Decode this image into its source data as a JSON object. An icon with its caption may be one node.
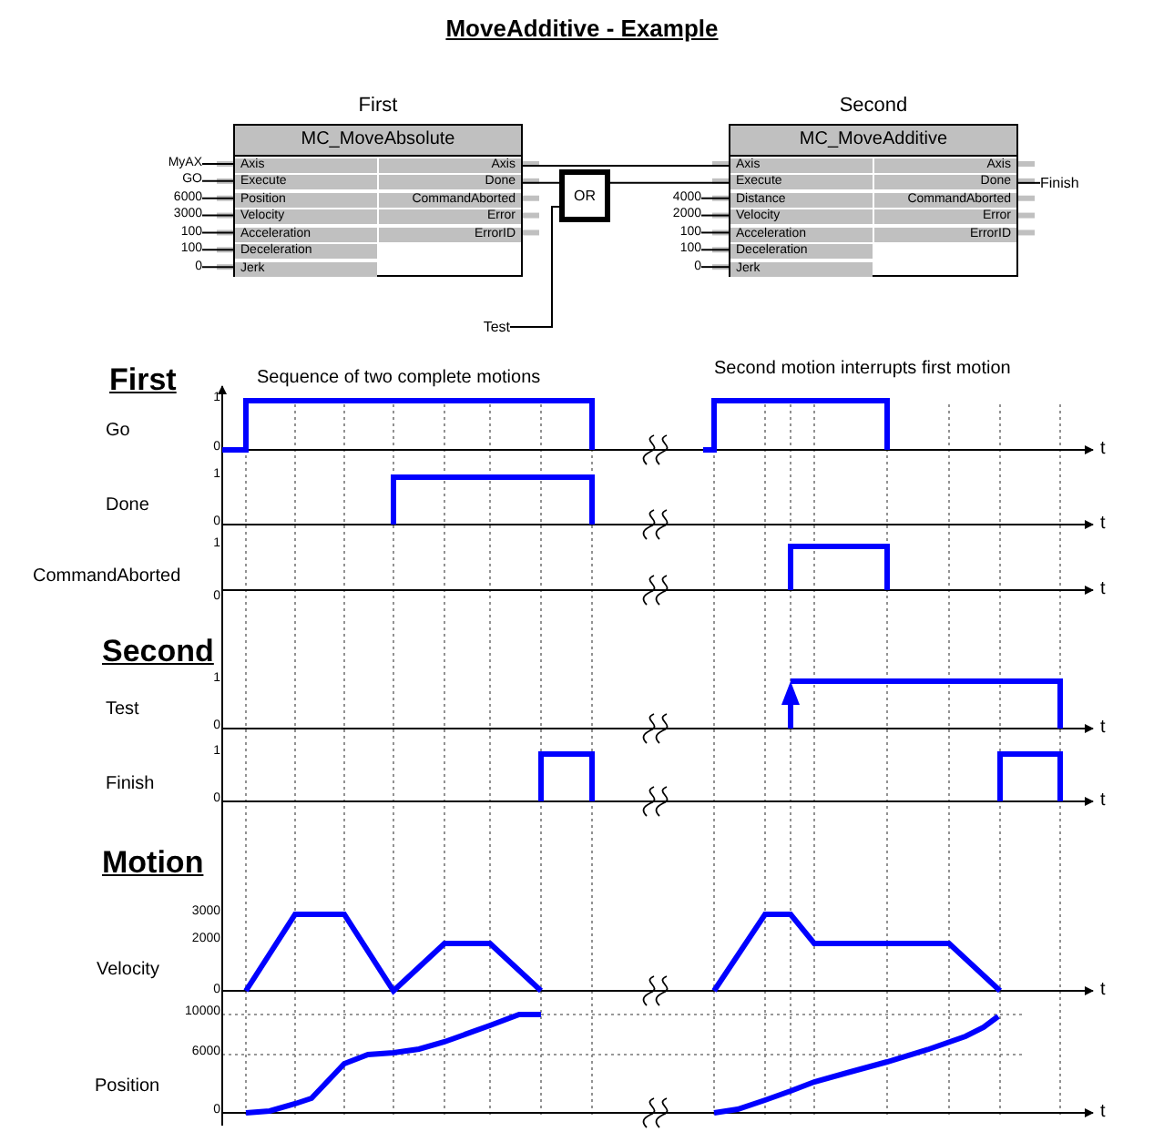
{
  "diagram": {
    "title": "MoveAdditive - Example",
    "nodes": [
      {
        "text": [
          "First",
          "MC_MoveAbsolute"
        ]
      },
      {
        "text": [
          "Axis"
        ],
        "in": 0
      },
      {
        "text": [
          "Execute"
        ],
        "in": 0
      },
      {
        "text": [
          "Position"
        ],
        "in": 0
      },
      {
        "text": [
          "Velocity"
        ],
        "in": 0
      },
      {
        "text": [
          "Acceleration"
        ],
        "in": 0
      },
      {
        "text": [
          "Deceleration"
        ],
        "in": 0
      },
      {
        "text": [
          "Jerk"
        ],
        "in": 0
      },
      {
        "text": [
          "Axis"
        ],
        "in": 0
      },
      {
        "text": [
          "Done"
        ],
        "in": 0
      },
      {
        "text": [
          "CommandAborted"
        ],
        "in": 0
      },
      {
        "text": [
          "Error"
        ],
        "in": 0
      },
      {
        "text": [
          "ErrorID"
        ],
        "in": 0
      },
      {
        "text": [
          "Second",
          "MC_MoveAdditive"
        ]
      },
      {
        "text": [
          "Axis"
        ],
        "in": 13
      },
      {
        "text": [
          "Execute"
        ],
        "in": 13
      },
      {
        "text": [
          "Distance"
        ],
        "in": 13
      },
      {
        "text": [
          "Velocity"
        ],
        "in": 13
      },
      {
        "text": [
          "Acceleration"
        ],
        "in": 13
      },
      {
        "text": [
          "Deceleration"
        ],
        "in": 13
      },
      {
        "text": [
          "Jerk"
        ],
        "in": 13
      },
      {
        "text": [
          "Axis"
        ],
        "in": 13
      },
      {
        "text": [
          "Done"
        ],
        "in": 13
      },
      {
        "text": [
          "CommandAborted"
        ],
        "in": 13
      },
      {
        "text": [
          "Error"
        ],
        "in": 13
      },
      {
        "text": [
          "ErrorID"
        ],
        "in": 13
      },
      {
        "text": [
          "OR"
        ]
      },
      {
        "text": [
          "Test"
        ]
      },
      {
        "text": [
          "Finish"
        ]
      },
      {
        "text": [
          "MyAX"
        ]
      },
      {
        "text": [
          "GO"
        ]
      },
      {
        "text": [
          "6000"
        ]
      },
      {
        "text": [
          "3000"
        ]
      },
      {
        "text": [
          "100"
        ]
      },
      {
        "text": [
          "100"
        ]
      },
      {
        "text": [
          "0"
        ]
      },
      {
        "text": [
          "4000"
        ]
      },
      {
        "text": [
          "2000"
        ]
      },
      {
        "text": [
          "100"
        ]
      },
      {
        "text": [
          "100"
        ]
      },
      {
        "text": [
          "0"
        ]
      }
    ],
    "edges": [
      {
        "from": 29,
        "to": 1,
        "arrow": "none"
      },
      {
        "from": 30,
        "to": 2,
        "arrow": "none"
      },
      {
        "from": 31,
        "to": 3,
        "arrow": "none"
      },
      {
        "from": 32,
        "to": 4,
        "arrow": "none"
      },
      {
        "from": 33,
        "to": 5,
        "arrow": "none"
      },
      {
        "from": 34,
        "to": 6,
        "arrow": "none"
      },
      {
        "from": 35,
        "to": 7,
        "arrow": "none"
      },
      {
        "from": 8,
        "to": 14,
        "arrow": "none"
      },
      {
        "from": 9,
        "to": 26,
        "arrow": "none"
      },
      {
        "from": 27,
        "to": 26,
        "arrow": "none"
      },
      {
        "from": 26,
        "to": 15,
        "arrow": "none"
      },
      {
        "from": 36,
        "to": 16,
        "arrow": "none"
      },
      {
        "from": 37,
        "to": 17,
        "arrow": "none"
      },
      {
        "from": 38,
        "to": 18,
        "arrow": "none"
      },
      {
        "from": 39,
        "to": 19,
        "arrow": "none"
      },
      {
        "from": 40,
        "to": 20,
        "arrow": "none"
      },
      {
        "from": 22,
        "to": 28,
        "arrow": "none"
      }
    ],
    "labels": [
      "First",
      "Sequence of two complete motions",
      "Second motion interrupts first motion",
      "1",
      "Go",
      "0",
      "t",
      "1",
      "Done",
      "0",
      "t",
      "1",
      "CommandAborted",
      "0",
      "t",
      "Second",
      "1",
      "Test",
      "0",
      "t",
      "1",
      "Finish",
      "0",
      "t",
      "Motion",
      "3000",
      "2000",
      "Velocity",
      "0",
      "t",
      "10000",
      "6000",
      "Position",
      "0",
      "t"
    ]
  }
}
